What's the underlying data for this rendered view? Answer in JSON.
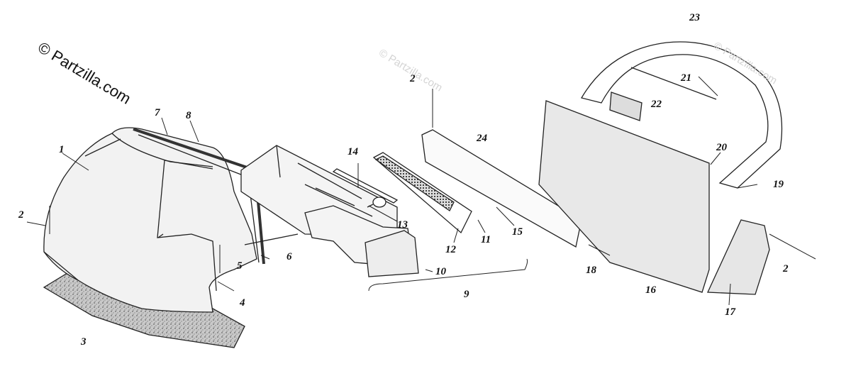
{
  "copyright": "© Partzilla.com",
  "watermarks": [
    "© Partzilla.com",
    "© Partzilla.com"
  ],
  "callouts": [
    {
      "id": "1",
      "label": "1"
    },
    {
      "id": "2a",
      "label": "2"
    },
    {
      "id": "2b",
      "label": "2"
    },
    {
      "id": "2c",
      "label": "2"
    },
    {
      "id": "3",
      "label": "3"
    },
    {
      "id": "4",
      "label": "4"
    },
    {
      "id": "5",
      "label": "5"
    },
    {
      "id": "6",
      "label": "6"
    },
    {
      "id": "7",
      "label": "7"
    },
    {
      "id": "8",
      "label": "8"
    },
    {
      "id": "9",
      "label": "9"
    },
    {
      "id": "10",
      "label": "10"
    },
    {
      "id": "11",
      "label": "11"
    },
    {
      "id": "12",
      "label": "12"
    },
    {
      "id": "13",
      "label": "13"
    },
    {
      "id": "14",
      "label": "14"
    },
    {
      "id": "15",
      "label": "15"
    },
    {
      "id": "16",
      "label": "16"
    },
    {
      "id": "17",
      "label": "17"
    },
    {
      "id": "18",
      "label": "18"
    },
    {
      "id": "19",
      "label": "19"
    },
    {
      "id": "20",
      "label": "20"
    },
    {
      "id": "21",
      "label": "21"
    },
    {
      "id": "22",
      "label": "22"
    },
    {
      "id": "23",
      "label": "23"
    },
    {
      "id": "24",
      "label": "24"
    }
  ]
}
